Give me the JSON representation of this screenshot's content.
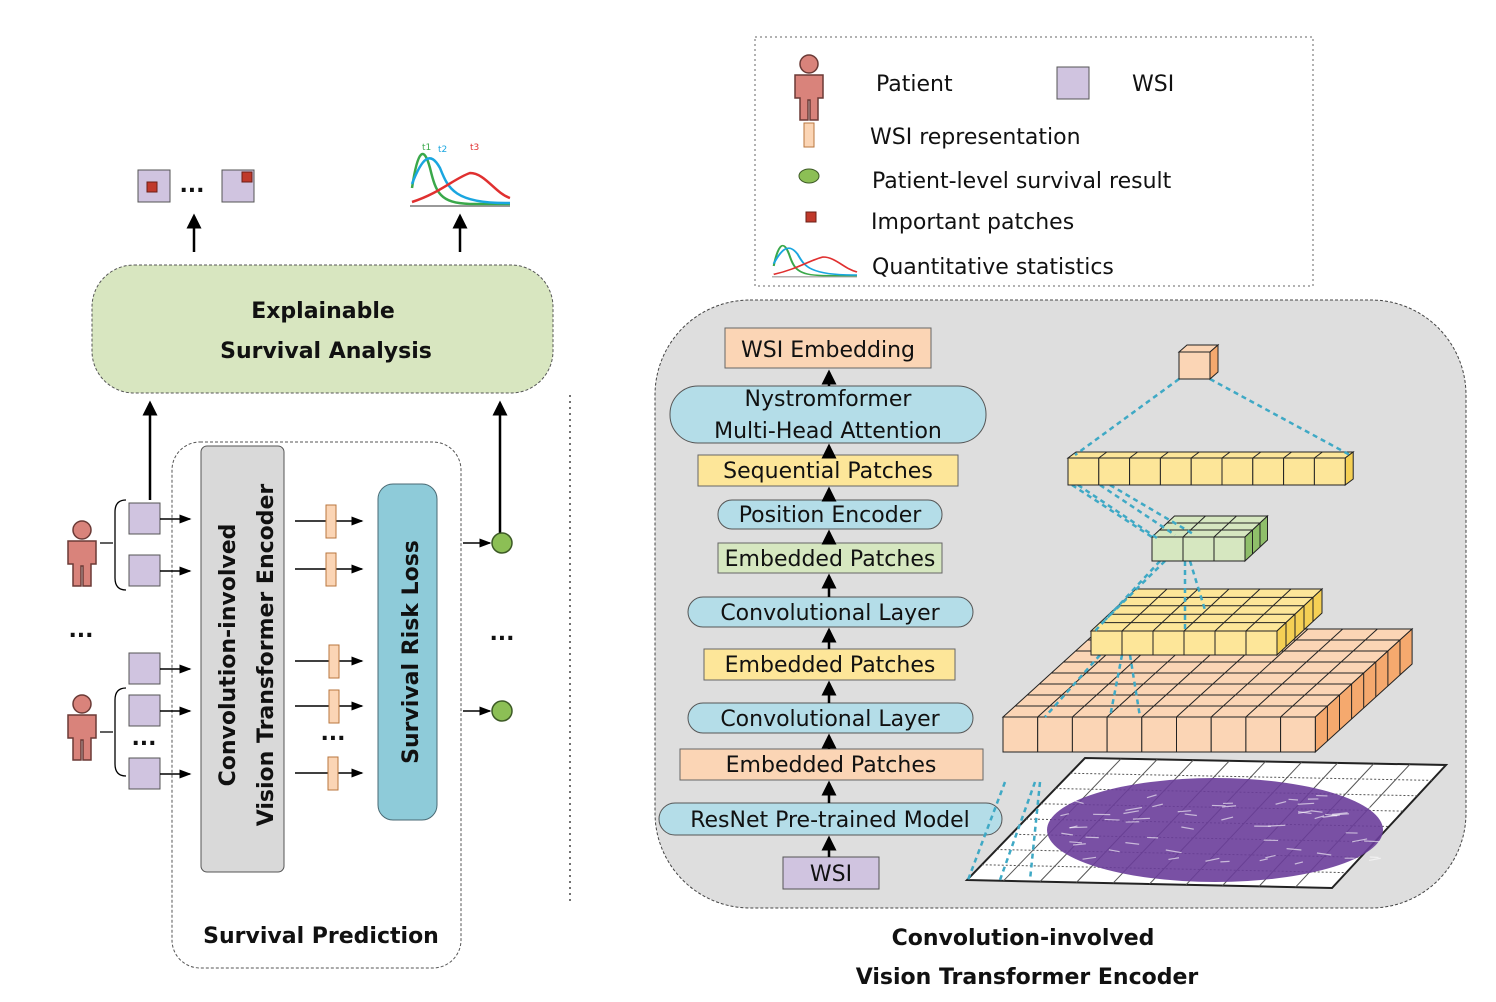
{
  "left": {
    "explainable_title_line1": "Explainable",
    "explainable_title_line2": "Survival Analysis",
    "encoder_line1": "Convolution-involved",
    "encoder_line2": "Vision Transformer Encoder",
    "loss_label": "Survival Risk Loss",
    "prediction_label": "Survival Prediction",
    "ellipsis": "...",
    "curve_labels": [
      "t1",
      "t2",
      "t3"
    ]
  },
  "legend": {
    "items": [
      {
        "icon": "patient-icon",
        "label": "Patient"
      },
      {
        "icon": "wsi-square-icon",
        "label": "WSI"
      },
      {
        "icon": "wsi-representation-icon",
        "label": "WSI representation"
      },
      {
        "icon": "survival-result-icon",
        "label": "Patient-level survival result"
      },
      {
        "icon": "important-patch-icon",
        "label": "Important patches"
      },
      {
        "icon": "curves-icon",
        "label": "Quantitative statistics"
      }
    ]
  },
  "encoder_panel": {
    "stack": [
      "WSI Embedding",
      "Nystromformer",
      "Multi-Head Attention",
      "Sequential Patches",
      "Position Encoder",
      "Embedded Patches",
      "Convolutional Layer",
      "Embedded Patches",
      "Convolutional Layer",
      "Embedded Patches",
      "ResNet Pre-trained Model",
      "WSI"
    ],
    "caption_line1": "Convolution-involved",
    "caption_line2": "Vision Transformer Encoder"
  },
  "colors": {
    "orange": "#fbd5b5",
    "blue": "#b4dde8",
    "yellow": "#fde699",
    "green": "#d6e7c0",
    "purple": "#d0c4e0",
    "patient": "#d9837b",
    "survival_green": "#8cbf55",
    "loss": "#8ecbd9"
  }
}
